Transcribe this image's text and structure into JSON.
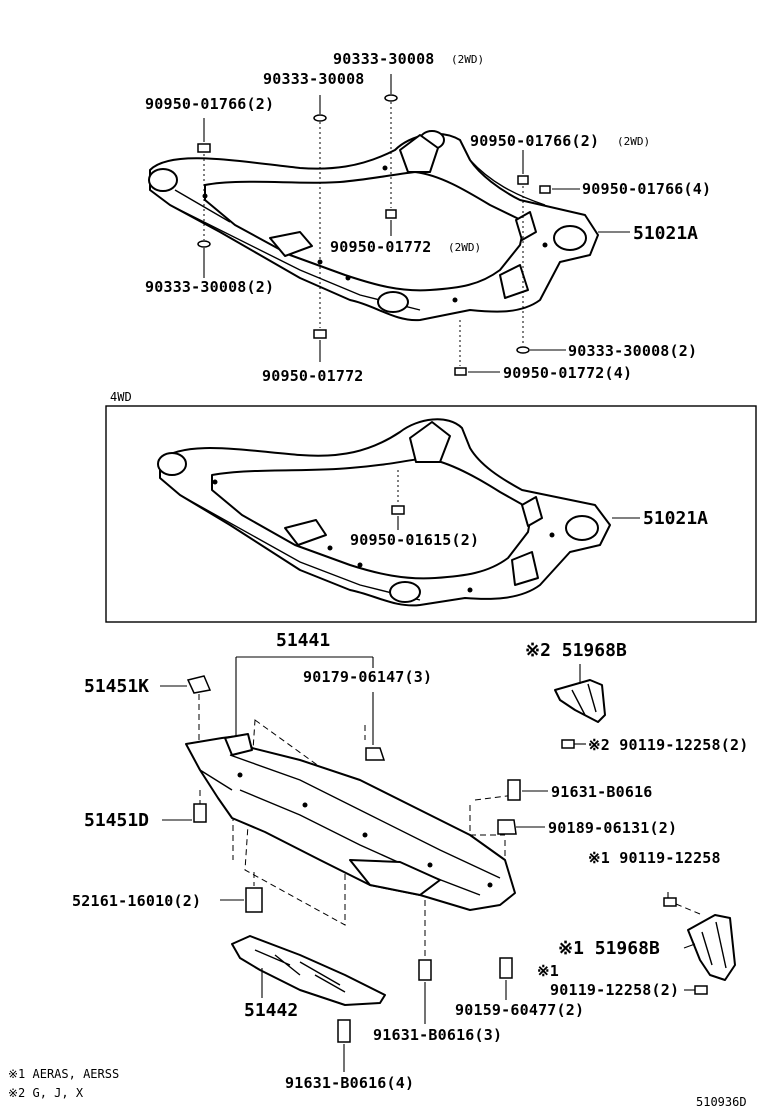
{
  "labels": {
    "p_90333_30008_2wd": "90333-30008",
    "p_90333_30008_2wd_suffix": "(2WD)",
    "p_90333_30008": "90333-30008",
    "p_90950_01766_2": "90950-01766(2)",
    "p_90950_01766_2_2wd": "90950-01766(2)",
    "p_90950_01766_2_2wd_suffix": "(2WD)",
    "p_90950_01766_4": "90950-01766(4)",
    "p_51021a_top": "51021A",
    "p_90950_01772_2wd": "90950-01772",
    "p_90950_01772_2wd_suffix": "(2WD)",
    "p_90333_30008_2_left": "90333-30008(2)",
    "p_90333_30008_2_right": "90333-30008(2)",
    "p_90950_01772": "90950-01772",
    "p_90950_01772_4": "90950-01772(4)",
    "inset_title": "4WD",
    "p_90950_01615_2": "90950-01615(2)",
    "p_51021a_inset": "51021A",
    "p_51441": "51441",
    "p_90179_06147_3": "90179-06147(3)",
    "p_51451k": "51451K",
    "p_51968b_x2": "※2 51968B",
    "p_90119_12258_2_x2": "※2 90119-12258(2)",
    "p_91631_b0616": "91631-B0616",
    "p_51451d": "51451D",
    "p_90189_06131_2": "90189-06131(2)",
    "p_90119_12258_x1": "※1 90119-12258",
    "p_52161_16010_2": "52161-16010(2)",
    "p_51968b_x1": "※1 51968B",
    "p_90119_12258_2_x1_mark": "※1",
    "p_90119_12258_2_x1": "90119-12258(2)",
    "p_51442": "51442",
    "p_91631_b0616_3": "91631-B0616(3)",
    "p_90159_60477_2": "90159-60477(2)",
    "p_91631_b0616_4": "91631-B0616(4)"
  },
  "notes": {
    "note1": "※1 AERAS, AERSS",
    "note2": "※2 G, J, X"
  },
  "figure_id": "510936D"
}
